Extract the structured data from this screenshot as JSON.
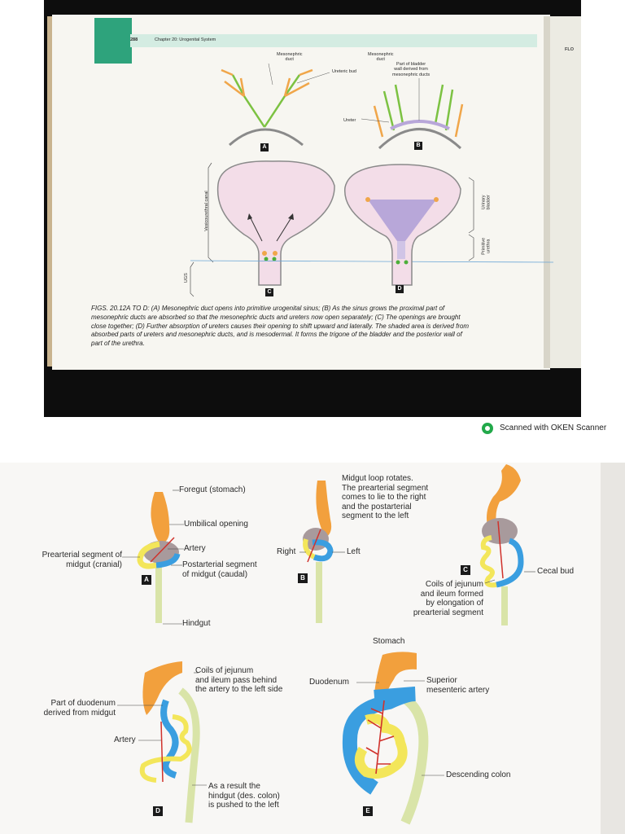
{
  "page_top": {
    "page_number": "288",
    "chapter": "Chapter 20: Urogenital System",
    "right_edge_text": "FLO",
    "figures": {
      "A": {
        "badge": "A",
        "mesonephric_duct": "Mesonephric\nduct",
        "ureteric_bud": "Ureteric bud"
      },
      "B": {
        "badge": "B",
        "mesonephric_duct": "Mesonephric\nduct",
        "bladder_wall": "Part of bladder\nwall derived from\nmesonephric ducts",
        "ureter": "Ureter"
      },
      "C": {
        "badge": "C",
        "vesicourethral_canal": "Vesicourethral canal",
        "ugs": "UGS"
      },
      "D": {
        "badge": "D",
        "urinary_bladder": "Urinary\nbladder",
        "primitive_urethra": "Primitive\nurethra"
      }
    },
    "caption_lines": [
      "FIGS. 20.12A TO D: (A) Mesonephric duct opens into primitive urogenital sinus; (B) As the sinus grows the proximal part of",
      "mesonephric ducts are absorbed so that the mesonephric ducts and ureters now open separately; (C) The openings are brought",
      "close together; (D) Further absorption of ureters causes their opening to shift upward and laterally. The shaded area is derived from",
      "absorbed parts of ureters and mesonephric ducts, and is mesodermal. It forms the trigone of the bladder and the posterior wall of",
      "part of the urethra."
    ]
  },
  "scanner_watermark": "Scanned with OKEN Scanner",
  "page_bottom": {
    "A": {
      "badge": "A",
      "foregut": "Foregut (stomach)",
      "umbilical_opening": "Umbilical opening",
      "artery": "Artery",
      "prearterial": "Prearterial segment of\nmidgut (cranial)",
      "postarterial": "Postarterial segment\nof midgut (caudal)",
      "hindgut": "Hindgut"
    },
    "B": {
      "badge": "B",
      "rotation": "Midgut loop rotates.\nThe prearterial segment\ncomes to lie to the right\nand the postarterial\nsegment to the left",
      "right": "Right",
      "left": "Left"
    },
    "C": {
      "badge": "C",
      "cecal_bud": "Cecal bud",
      "coils": "Coils of jejunum\nand ileum formed\nby elongation of\nprearterial segment"
    },
    "D": {
      "badge": "D",
      "coils_pass": "Coils of jejunum\nand ileum pass behind\nthe artery to the left side",
      "duodenum_part": "Part of duodenum\nderived from midgut",
      "artery": "Artery",
      "hindgut_pushed": "As a result the\nhindgut (des. colon)\nis pushed to the left"
    },
    "E": {
      "badge": "E",
      "stomach": "Stomach",
      "duodenum": "Duodenum",
      "sma": "Superior\nmesenteric artery",
      "descending_colon": "Descending colon"
    }
  },
  "colors": {
    "bladder_pink": "#f3dde8",
    "duct_green": "#7cc242",
    "bud_orange": "#f0a64a",
    "trigone_purple": "#b8a7d9",
    "gut_orange": "#f2a03d",
    "gut_yellow": "#f3e65a",
    "gut_blue": "#3a9ee0",
    "hindgut_green": "#d9e4a8",
    "artery_red": "#d0322c",
    "umbilical_gray": "#a89a9c"
  }
}
